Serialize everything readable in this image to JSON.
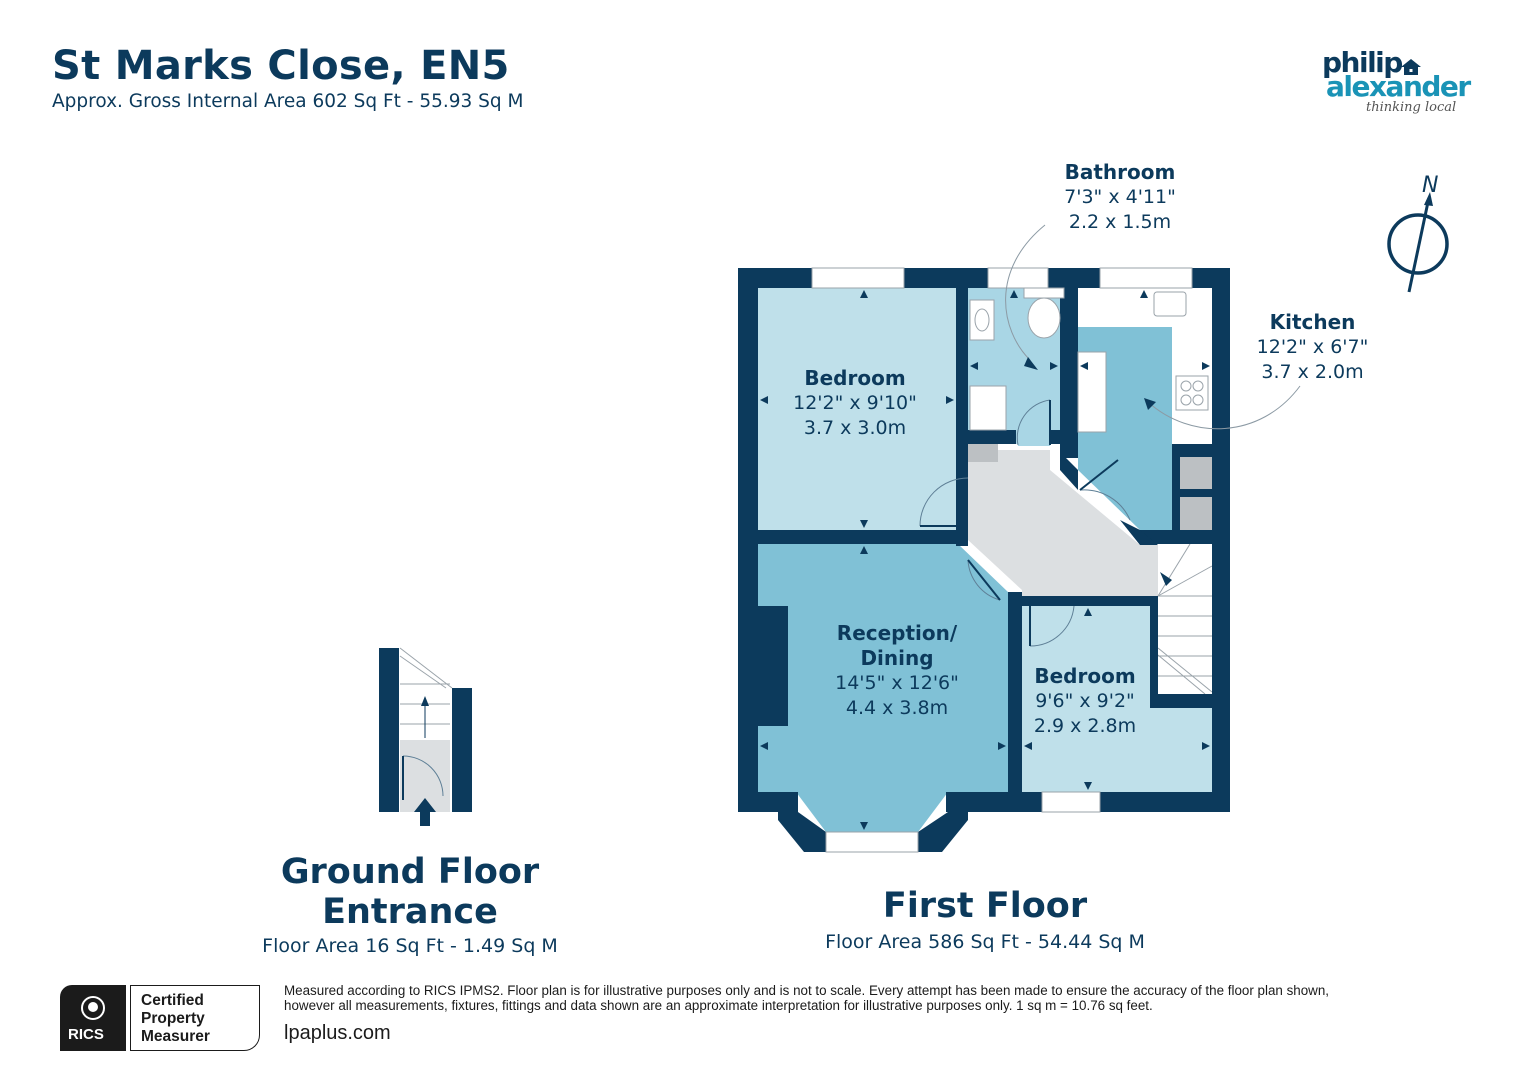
{
  "header": {
    "title": "St Marks Close, EN5",
    "subtitle": "Approx. Gross Internal Area 602 Sq Ft - 55.93 Sq M"
  },
  "logo": {
    "line1": "philip",
    "line2": "alexander",
    "tagline": "thinking local",
    "icon": "house-icon",
    "colors": {
      "primary": "#0c3a5c",
      "accent": "#1a93b6"
    }
  },
  "compass": {
    "label": "N",
    "icon": "north-arrow-icon"
  },
  "colors": {
    "wall": "#0c3a5c",
    "bedroom_fill": "#bfe0ea",
    "reception_fill": "#80c1d6",
    "bathroom_fill": "#a9d6e5",
    "kitchen_fill": "#80c1d6",
    "hall_fill": "#dcdfe1",
    "cupboard_fill": "#bcc0c3",
    "window": "#ffffff"
  },
  "rooms": {
    "bedroom1": {
      "name": "Bedroom",
      "imperial": "12'2\" x 9'10\"",
      "metric": "3.7 x 3.0m"
    },
    "bathroom": {
      "name": "Bathroom",
      "imperial": "7'3\" x 4'11\"",
      "metric": "2.2 x 1.5m"
    },
    "kitchen": {
      "name": "Kitchen",
      "imperial": "12'2\" x 6'7\"",
      "metric": "3.7 x 2.0m"
    },
    "reception": {
      "name_line1": "Reception/",
      "name_line2": "Dining",
      "imperial": "14'5\" x 12'6\"",
      "metric": "4.4 x 3.8m"
    },
    "bedroom2": {
      "name": "Bedroom",
      "imperial": "9'6\" x 9'2\"",
      "metric": "2.9 x 2.8m"
    }
  },
  "floors": {
    "ground": {
      "title_line1": "Ground Floor",
      "title_line2": "Entrance",
      "area": "Floor Area 16 Sq Ft - 1.49 Sq M"
    },
    "first": {
      "title": "First Floor",
      "area": "Floor Area 586 Sq Ft - 54.44 Sq M"
    }
  },
  "footer": {
    "rics_mark": "RICS",
    "badge_line1": "Certified",
    "badge_line2": "Property",
    "badge_line3": "Measurer",
    "disclaimer_line1": "Measured according to RICS IPMS2. Floor plan is for illustrative purposes only and is not to scale. Every attempt has been made to ensure the accuracy of the floor plan shown,",
    "disclaimer_line2": "however all measurements, fixtures, fittings and data shown are an approximate interpretation for illustrative purposes only. 1 sq m = 10.76 sq feet.",
    "website": "lpaplus.com"
  }
}
